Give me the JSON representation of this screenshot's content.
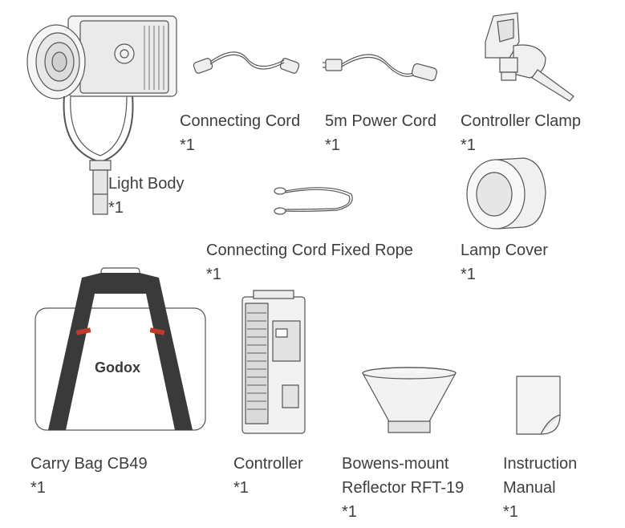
{
  "items": [
    {
      "name": "Light Body",
      "qty": "*1"
    },
    {
      "name": "Connecting Cord",
      "qty": "*1"
    },
    {
      "name": "5m Power Cord",
      "qty": "*1"
    },
    {
      "name": "Controller Clamp",
      "qty": "*1"
    },
    {
      "name": "Connecting Cord Fixed Rope",
      "qty": "*1"
    },
    {
      "name": "Lamp Cover",
      "qty": "*1"
    },
    {
      "name": "Carry Bag CB49",
      "qty": "*1"
    },
    {
      "name": "Controller",
      "qty": "*1"
    },
    {
      "name_line1": "Bowens-mount",
      "name_line2": "Reflector RFT-19",
      "qty": "*1"
    },
    {
      "name_line1": "Instruction",
      "name_line2": "Manual",
      "qty": "*1"
    }
  ],
  "bag_logo": "Godox",
  "colors": {
    "line": "#555555",
    "strap": "#3a3a3a",
    "accent": "#c0392b"
  }
}
